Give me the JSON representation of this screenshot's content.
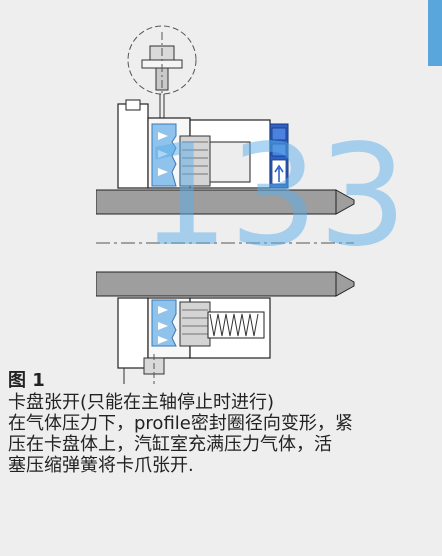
{
  "watermark": {
    "text": "133",
    "color": "#5aaee8"
  },
  "figure": {
    "title": "图 1",
    "caption_title": "卡盘张开(只能在主轴停止时进行)",
    "body_lines": [
      "在气体压力下，profile密封圈径向变形，紧",
      "压在卡盘体上，汽缸室充满压力气体，活",
      "塞压缩弹簧将卡爪张开."
    ]
  },
  "colors": {
    "background": "#eeeeee",
    "accent_blue": "#58a6dc",
    "gas_blue": "#8fc3ec",
    "valve_blue": "#2f62c6",
    "text": "#222222"
  }
}
